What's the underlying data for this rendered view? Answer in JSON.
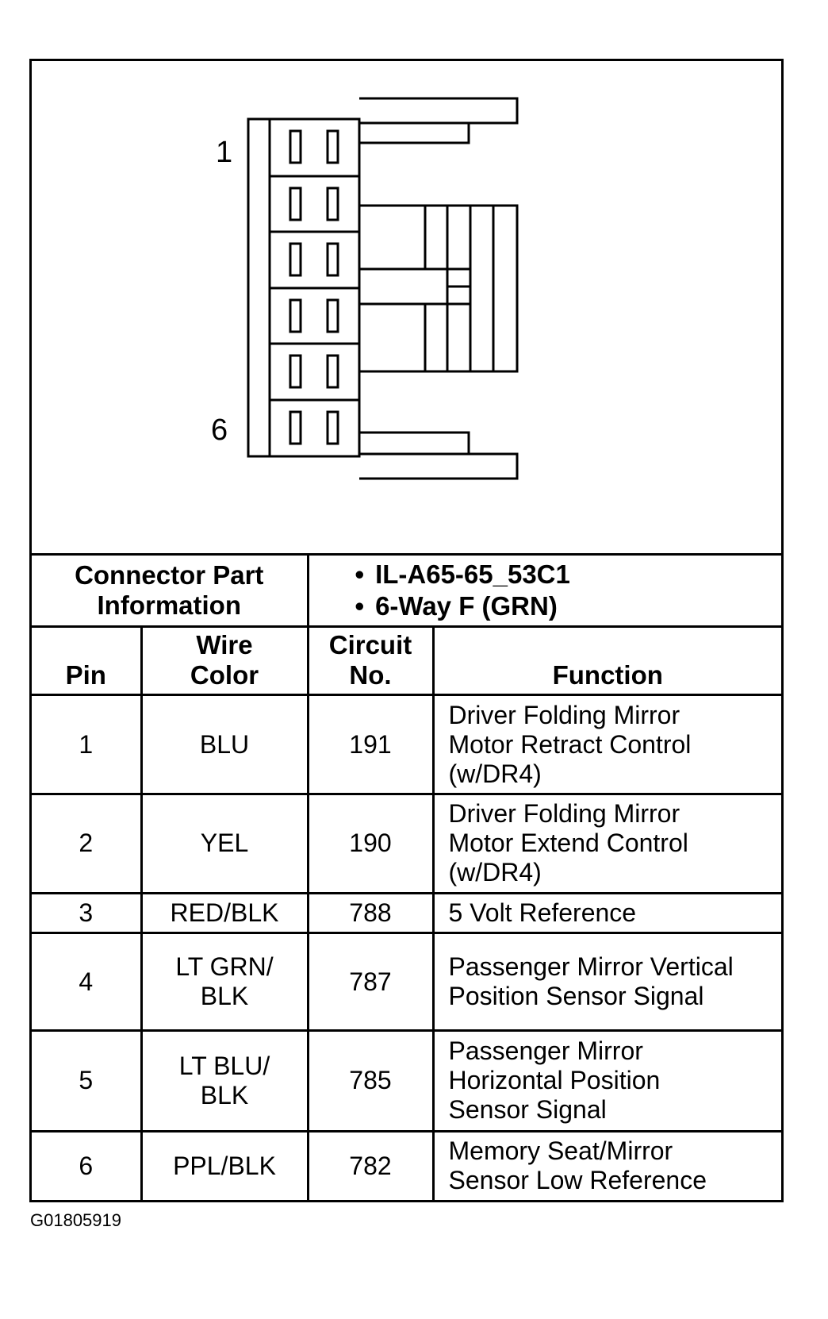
{
  "connector": {
    "pin_top_label": "1",
    "pin_bottom_label": "6",
    "part_info_label": "Connector Part Information",
    "part_info": [
      "IL-A65-65_53C1",
      "6-Way F (GRN)"
    ]
  },
  "table": {
    "headers": {
      "pin": "Pin",
      "wire_color": "Wire Color",
      "circuit_no": "Circuit No.",
      "function": "Function"
    },
    "rows": [
      {
        "pin": "1",
        "wire_color": "BLU",
        "circuit": "191",
        "function": "Driver Folding Mirror Motor Retract Control (w/DR4)"
      },
      {
        "pin": "2",
        "wire_color": "YEL",
        "circuit": "190",
        "function": "Driver Folding Mirror Motor Extend Control (w/DR4)"
      },
      {
        "pin": "3",
        "wire_color": "RED/BLK",
        "circuit": "788",
        "function": "5 Volt Reference"
      },
      {
        "pin": "4",
        "wire_color": "LT GRN/ BLK",
        "circuit": "787",
        "function": "Passenger Mirror Vertical Position Sensor Signal"
      },
      {
        "pin": "5",
        "wire_color": "LT BLU/ BLK",
        "circuit": "785",
        "function": "Passenger Mirror Horizontal Position Sensor Signal"
      },
      {
        "pin": "6",
        "wire_color": "PPL/BLK",
        "circuit": "782",
        "function": "Memory Seat/Mirror Sensor Low Reference"
      }
    ]
  },
  "figure_id": "G01805919"
}
